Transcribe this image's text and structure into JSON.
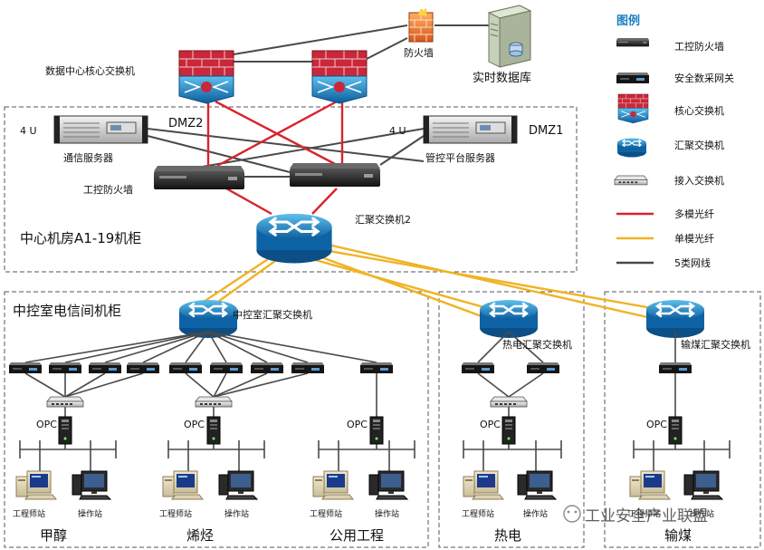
{
  "labels": {
    "dc_core_switch": "数据中心核心交换机",
    "firewall_top": "防火墙",
    "realtime_db": "实时数据库",
    "dmz2": "DMZ2",
    "dmz1": "DMZ1",
    "rack_4u_left": "4 U",
    "rack_4u_right": "4 U",
    "comm_server": "通信服务器",
    "mgmt_server": "管控平台服务器",
    "ics_firewall": "工控防火墙",
    "agg_switch_2": "汇聚交换机2",
    "center_room": "中心机房A1-19机柜",
    "control_room": "中控室电信间机柜",
    "control_agg": "中控室汇聚交换机",
    "thermal_agg": "热电汇聚交换机",
    "coal_agg": "输煤汇聚交换机",
    "opc": "OPC",
    "engineer_station": "工程师站",
    "operator_station": "操作站",
    "area_methanol": "甲醇",
    "area_olefin": "烯烃",
    "area_utility": "公用工程",
    "area_thermal": "热电",
    "area_coal": "输煤",
    "watermark": "工业安全产业联盟"
  },
  "legend": {
    "title": "图例",
    "items": [
      {
        "icon": "industrial-firewall-icon",
        "label": "工控防火墙"
      },
      {
        "icon": "security-gateway-icon",
        "label": "安全数采网关"
      },
      {
        "icon": "core-switch-icon",
        "label": "核心交换机"
      },
      {
        "icon": "aggregation-switch-icon",
        "label": "汇聚交换机"
      },
      {
        "icon": "access-switch-icon",
        "label": "接入交换机"
      },
      {
        "icon": "line-red",
        "label": "多模光纤",
        "color": "#d9232d"
      },
      {
        "icon": "line-yellow",
        "label": "单模光纤",
        "color": "#f0b323"
      },
      {
        "icon": "line-gray",
        "label": "5类网线",
        "color": "#4a4a4a"
      }
    ]
  },
  "colors": {
    "multimode_fiber": "#d9232d",
    "singlemode_fiber": "#f0b323",
    "cat5_cable": "#4a4a4a",
    "aggregation_switch": "#1a7fc4",
    "core_switch_brick": "#c8283a"
  }
}
